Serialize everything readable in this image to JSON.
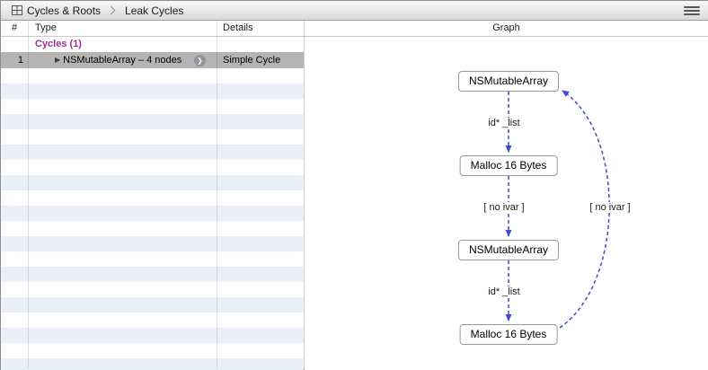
{
  "breadcrumb": {
    "items": [
      {
        "label": "Cycles & Roots",
        "icon": "grid-icon"
      },
      {
        "label": "Leak Cycles"
      }
    ]
  },
  "toolbar": {
    "menu_icon": "hamburger-icon"
  },
  "table": {
    "columns": [
      "#",
      "Type",
      "Details",
      "Graph"
    ],
    "group_label": "Cycles (1)",
    "rows": [
      {
        "num": "1",
        "type": "NSMutableArray – 4 nodes",
        "details": "Simple Cycle",
        "selected": true,
        "disclosure": "▶",
        "badge_icon": "chevron-circle-icon"
      }
    ]
  },
  "graph": {
    "nodes": [
      "NSMutableArray",
      "Malloc 16 Bytes",
      "NSMutableArray",
      "Malloc 16 Bytes"
    ],
    "edges": [
      {
        "label": "id* _list",
        "from": 0,
        "to": 1,
        "style": "dashed"
      },
      {
        "label": "[ no ivar ]",
        "from": 1,
        "to": 2,
        "style": "dashed"
      },
      {
        "label": "id* _list",
        "from": 2,
        "to": 3,
        "style": "dashed"
      },
      {
        "label": "[ no ivar ]",
        "from": 3,
        "to": 0,
        "style": "dashed-curved"
      }
    ],
    "colors": {
      "edge": "#3f4bd0",
      "selection": "#b4b4b4",
      "row_stripe": "#e9f0fa",
      "group_text": "#9b2f9b"
    }
  }
}
